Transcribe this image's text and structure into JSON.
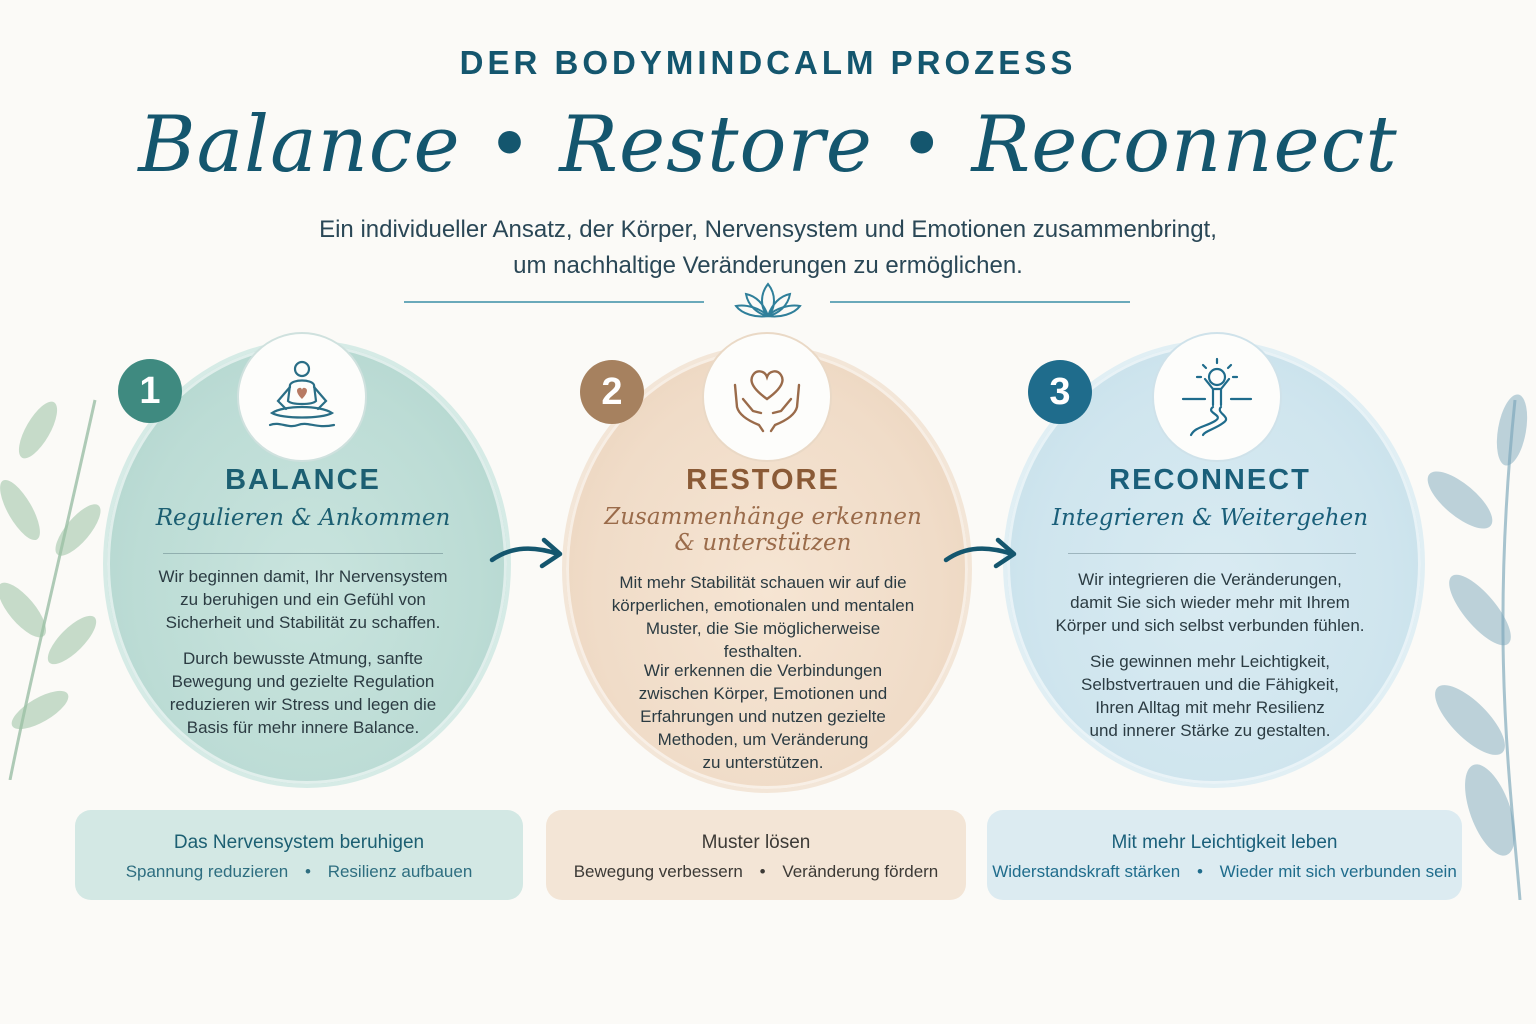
{
  "header": {
    "eyebrow": "DER BODYMINDCALM PROZESS",
    "script": "Balance • Restore • Reconnect",
    "intro_line1": "Ein individueller Ansatz, der Körper, Nervensystem und Emotionen zusammenbringt,",
    "intro_line2": "um nachhaltige Veränderungen zu ermöglichen."
  },
  "colors": {
    "teal": "#3f8a80",
    "sand": "#a6815f",
    "blue": "#1f6c8c",
    "navy": "#14566e"
  },
  "steps": [
    {
      "number": "1",
      "icon": "meditation-heart-icon",
      "title": "BALANCE",
      "subtitle": "Regulieren & Ankommen",
      "p1": [
        "Wir beginnen damit, Ihr Nervensystem",
        "zu beruhigen und ein Gefühl von",
        "Sicherheit und Stabilität zu schaffen."
      ],
      "p2": [
        "Durch bewusste Atmung, sanfte",
        "Bewegung und gezielte Regulation",
        "reduzieren wir Stress und legen die",
        "Basis für mehr innere Balance."
      ],
      "box_title": "Das Nervensystem beruhigen",
      "box_items": [
        "Spannung reduzieren",
        "Resilienz aufbauen"
      ]
    },
    {
      "number": "2",
      "icon": "hands-heart-icon",
      "title": "RESTORE",
      "subtitle": "Zusammenhänge erkennen",
      "subtitle2": "& unterstützen",
      "p1": [
        "Mit mehr Stabilität schauen wir auf die",
        "körperlichen, emotionalen und mentalen",
        "Muster, die Sie möglicherweise",
        "festhalten."
      ],
      "p2": [
        "Wir erkennen die Verbindungen",
        "zwischen Körper, Emotionen und",
        "Erfahrungen und nutzen gezielte",
        "Methoden, um Veränderung",
        "zu unterstützen."
      ],
      "box_title": "Muster lösen",
      "box_items": [
        "Bewegung verbessern",
        "Veränderung fördern"
      ]
    },
    {
      "number": "3",
      "icon": "person-sunrise-path-icon",
      "title": "RECONNECT",
      "subtitle": "Integrieren & Weitergehen",
      "p1": [
        "Wir integrieren die Veränderungen,",
        "damit Sie sich wieder mehr mit Ihrem",
        "Körper und sich selbst verbunden fühlen."
      ],
      "p2": [
        "Sie gewinnen mehr Leichtigkeit,",
        "Selbstvertrauen und die Fähigkeit,",
        "Ihren Alltag mit mehr Resilienz",
        "und innerer Stärke zu gestalten."
      ],
      "box_title": "Mit mehr Leichtigkeit leben",
      "box_items": [
        "Widerstandskraft stärken",
        "Wieder mit sich verbunden sein"
      ]
    }
  ],
  "separator": "•"
}
